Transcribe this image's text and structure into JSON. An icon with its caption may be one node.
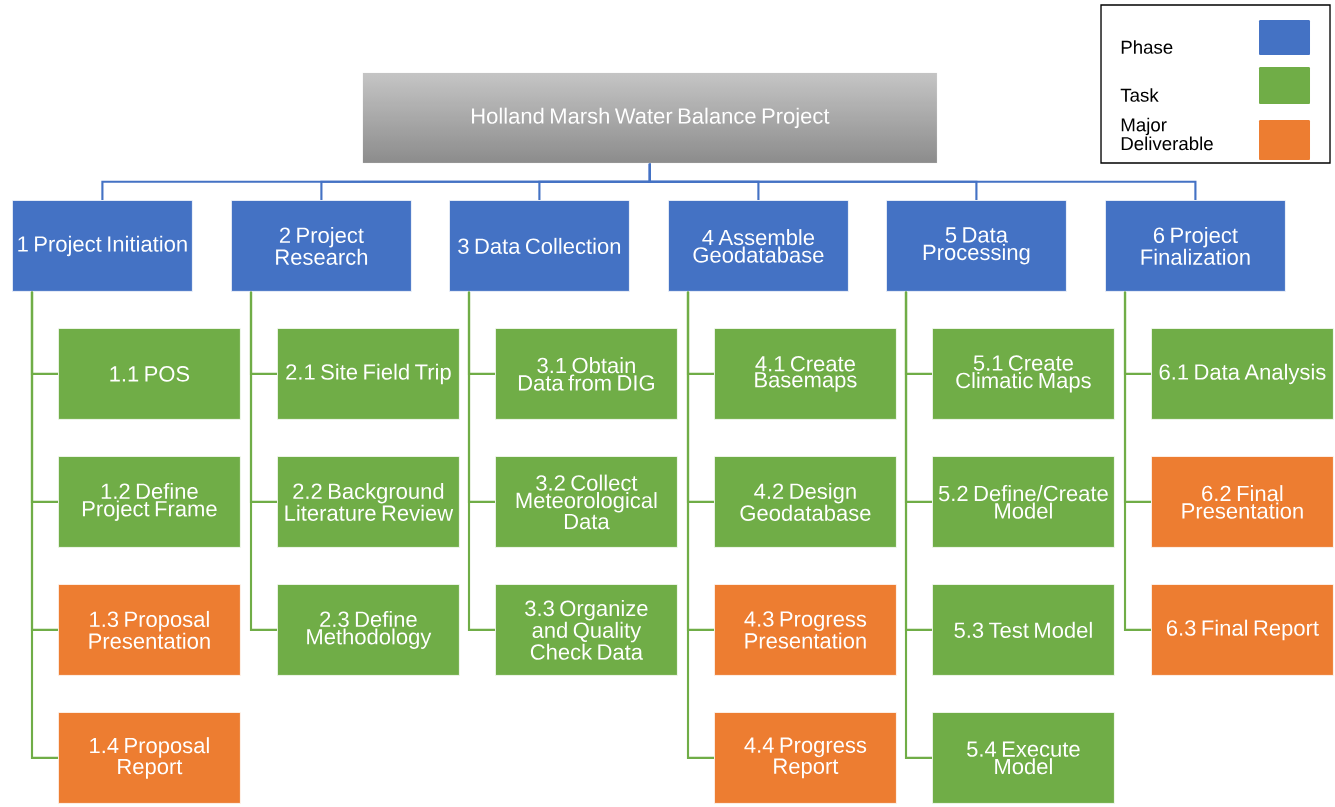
{
  "diagram": {
    "nodes": [
      {
        "text": [
          "Holland Marsh Water Balance Project"
        ]
      },
      {
        "text": [
          "1 Project Initiation"
        ]
      },
      {
        "text": [
          "2 Project Research"
        ]
      },
      {
        "text": [
          "3 Data Collection"
        ]
      },
      {
        "text": [
          "4 Assemble Geodatabase"
        ]
      },
      {
        "text": [
          "5 Data Processing"
        ]
      },
      {
        "text": [
          "6 Project Finalization"
        ]
      },
      {
        "text": [
          "1.1 POS"
        ]
      },
      {
        "text": [
          "1.2 Define Project Frame"
        ]
      },
      {
        "text": [
          "1.3 Proposal Presentation"
        ]
      },
      {
        "text": [
          "1.4 Proposal Report"
        ]
      },
      {
        "text": [
          "2.1 Site Field Trip"
        ]
      },
      {
        "text": [
          "2.2 Background Literature Review"
        ]
      },
      {
        "text": [
          "2.3 Define Methodology"
        ]
      },
      {
        "text": [
          "3.1 Obtain Data from DIG"
        ]
      },
      {
        "text": [
          "3.2 Collect Meteorological Data"
        ]
      },
      {
        "text": [
          "3.3 Organize and Quality Check Data"
        ]
      },
      {
        "text": [
          "4.1 Create Basemaps"
        ]
      },
      {
        "text": [
          "4.2 Design Geodatabase"
        ]
      },
      {
        "text": [
          "4.3 Progress Presentation"
        ]
      },
      {
        "text": [
          "4.4 Progress Report"
        ]
      },
      {
        "text": [
          "5.1 Create Climatic Maps"
        ]
      },
      {
        "text": [
          "5.2 Define/Create Model"
        ]
      },
      {
        "text": [
          "5.3 Test Model"
        ]
      },
      {
        "text": [
          "5.4 Execute Model"
        ]
      },
      {
        "text": [
          "6.1 Data Analysis"
        ]
      },
      {
        "text": [
          "6.2 Final Presentation"
        ]
      },
      {
        "text": [
          "6.3 Final Report"
        ]
      }
    ],
    "edges": [
      {
        "from": 0,
        "to": 1,
        "arrow": "none",
        "color": "#4472c4"
      },
      {
        "from": 0,
        "to": 2,
        "arrow": "none",
        "color": "#4472c4"
      },
      {
        "from": 0,
        "to": 3,
        "arrow": "none",
        "color": "#4472c4"
      },
      {
        "from": 0,
        "to": 4,
        "arrow": "none",
        "color": "#4472c4"
      },
      {
        "from": 0,
        "to": 5,
        "arrow": "none",
        "color": "#4472c4"
      },
      {
        "from": 0,
        "to": 6,
        "arrow": "none",
        "color": "#4472c4"
      },
      {
        "from": 1,
        "to": 7,
        "arrow": "none"
      },
      {
        "from": 1,
        "to": 8,
        "arrow": "none"
      },
      {
        "from": 1,
        "to": 9,
        "arrow": "none"
      },
      {
        "from": 1,
        "to": 10,
        "arrow": "none"
      },
      {
        "from": 2,
        "to": 11,
        "arrow": "none"
      },
      {
        "from": 2,
        "to": 12,
        "arrow": "none"
      },
      {
        "from": 2,
        "to": 13,
        "arrow": "none"
      },
      {
        "from": 3,
        "to": 14,
        "arrow": "none"
      },
      {
        "from": 3,
        "to": 15,
        "arrow": "none"
      },
      {
        "from": 3,
        "to": 16,
        "arrow": "none"
      },
      {
        "from": 4,
        "to": 17,
        "arrow": "none"
      },
      {
        "from": 4,
        "to": 18,
        "arrow": "none"
      },
      {
        "from": 4,
        "to": 19,
        "arrow": "none"
      },
      {
        "from": 4,
        "to": 20,
        "arrow": "none"
      },
      {
        "from": 5,
        "to": 21,
        "arrow": "none"
      },
      {
        "from": 5,
        "to": 22,
        "arrow": "none"
      },
      {
        "from": 5,
        "to": 23,
        "arrow": "none"
      },
      {
        "from": 5,
        "to": 24,
        "arrow": "none"
      },
      {
        "from": 6,
        "to": 25,
        "arrow": "none"
      },
      {
        "from": 6,
        "to": 26,
        "arrow": "none"
      },
      {
        "from": 6,
        "to": 27,
        "arrow": "none"
      }
    ],
    "legend": [
      {
        "text": "Phase",
        "color": "#4472c4"
      },
      {
        "text": "Task",
        "color": "#70ad47"
      },
      {
        "text": "Major Deliverable",
        "color": "#ed7d31"
      }
    ]
  }
}
